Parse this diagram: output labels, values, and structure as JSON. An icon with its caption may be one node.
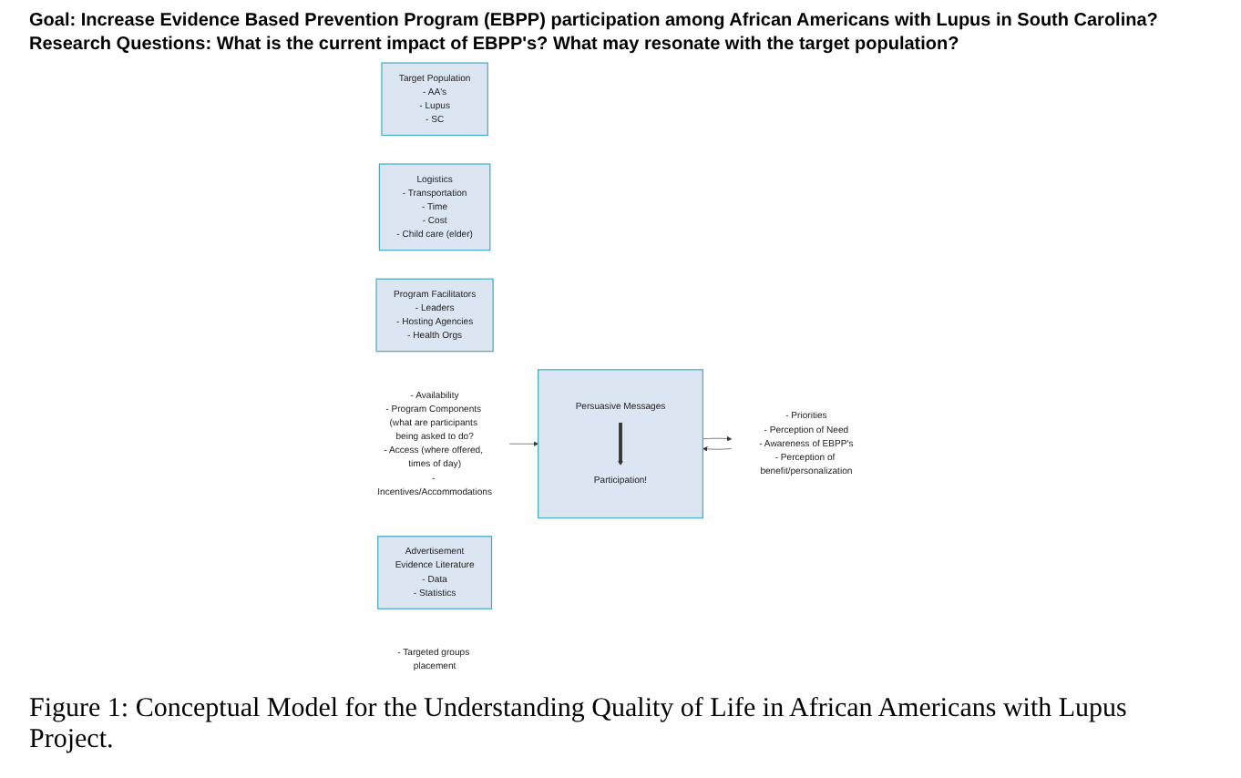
{
  "diagram": {
    "title": "Goal: Increase Evidence Based Prevention Program (EBPP) participation among African Americans with Lupus in South Carolina?",
    "caption": "Figure 1: Conceptual Model for the Understanding Quality of Life in African Americans with Lupus Project.",
    "labels": [
      "Research Questions: What is the current impact of EBPP's? What may resonate with the target population?"
    ],
    "nodes": [
      {
        "text": [
          "Target Population",
          "- AA's",
          "- Lupus",
          "- SC"
        ]
      },
      {
        "text": [
          "- Priorities",
          "- Perception of Need",
          "- Awareness of EBPP's",
          "- Perception of benefit/personalization"
        ]
      },
      {
        "text": [
          "Logistics",
          "- Transportation",
          "- Time",
          "- Cost",
          "- Child care (elder)"
        ]
      },
      {
        "text": [],
        "shape": "box"
      },
      {
        "text": [
          "Persuasive Messages"
        ],
        "in": 3
      },
      {
        "text": [
          "Participation!"
        ],
        "in": 3
      },
      {
        "text": [
          "Program Facilitators",
          "- Leaders",
          "- Hosting Agencies",
          "- Health Orgs"
        ]
      },
      {
        "text": [
          "- Availability",
          "- Program Components (what are participants being asked to do?",
          "- Access (where offered, times of day)",
          "- Incentives/Accommodations"
        ]
      },
      {
        "text": [
          "Advertisement",
          "Evidence Literature",
          "- Data",
          "- Statistics"
        ]
      },
      {
        "text": [
          "- Targeted groups placement"
        ]
      }
    ],
    "edges": [
      {
        "from": 1,
        "to": 3,
        "arrow": "to"
      },
      {
        "from": 7,
        "to": 3,
        "arrow": "to"
      },
      {
        "from": 3,
        "to": 1,
        "arrow": "to"
      },
      {
        "from": 4,
        "to": 5,
        "arrow": "to",
        "style": "thick"
      }
    ]
  }
}
